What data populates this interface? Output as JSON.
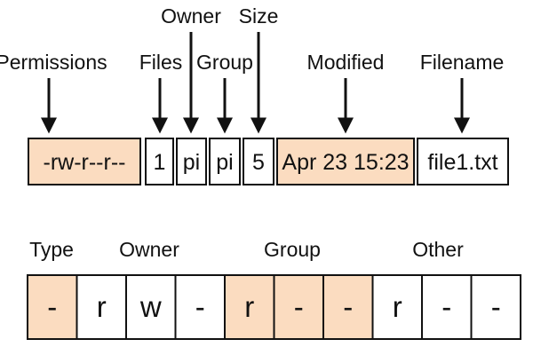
{
  "colors": {
    "highlight": "#fbdcc0",
    "plain": "#ffffff",
    "stroke": "#111111",
    "text": "#111111"
  },
  "top": {
    "labels": {
      "permissions": "Permissions",
      "files": "Files",
      "owner": "Owner",
      "group": "Group",
      "size": "Size",
      "modified": "Modified",
      "filename": "Filename"
    },
    "fields": {
      "permissions": "-rw-r--r--",
      "files": "1",
      "owner": "pi",
      "group": "pi",
      "size": "5",
      "modified": "Apr 23 15:23",
      "filename": "file1.txt"
    }
  },
  "bottom": {
    "labels": {
      "type": "Type",
      "owner": "Owner",
      "group": "Group",
      "other": "Other"
    },
    "cells": [
      {
        "char": "-",
        "highlight": true
      },
      {
        "char": "r",
        "highlight": false
      },
      {
        "char": "w",
        "highlight": false
      },
      {
        "char": "-",
        "highlight": false
      },
      {
        "char": "r",
        "highlight": true
      },
      {
        "char": "-",
        "highlight": true
      },
      {
        "char": "-",
        "highlight": true
      },
      {
        "char": "r",
        "highlight": false
      },
      {
        "char": "-",
        "highlight": false
      },
      {
        "char": "-",
        "highlight": false
      }
    ]
  }
}
